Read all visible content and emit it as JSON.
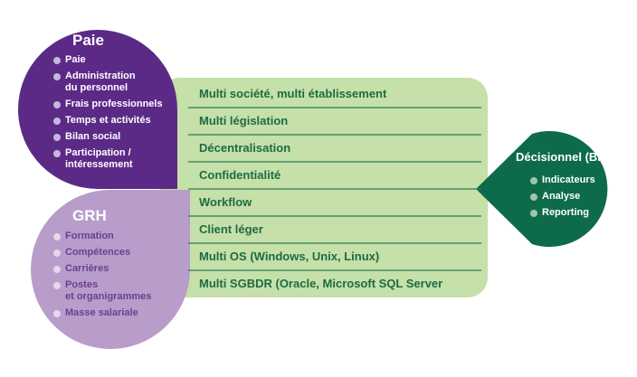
{
  "paie": {
    "title": "Paie",
    "items": [
      {
        "lines": [
          "Paie"
        ]
      },
      {
        "lines": [
          "Administration",
          "du personnel"
        ]
      },
      {
        "lines": [
          "Frais professionnels"
        ]
      },
      {
        "lines": [
          "Temps et activités"
        ]
      },
      {
        "lines": [
          "Bilan social"
        ]
      },
      {
        "lines": [
          "Participation /",
          "intéressement"
        ]
      }
    ]
  },
  "grh": {
    "title": "GRH",
    "items": [
      {
        "lines": [
          "Formation"
        ]
      },
      {
        "lines": [
          "Compétences"
        ]
      },
      {
        "lines": [
          "Carrières"
        ]
      },
      {
        "lines": [
          "Postes",
          "et organigrammes"
        ]
      },
      {
        "lines": [
          "Masse salariale"
        ]
      }
    ]
  },
  "features": [
    "Multi société, multi établissement",
    "Multi législation",
    "Décentralisation",
    "Confidentialité",
    "Workflow",
    "Client léger",
    "Multi OS (Windows, Unix, Linux)",
    "Multi SGBDR (Oracle, Microsoft SQL Server"
  ],
  "bi": {
    "title": "Décisionnel (BI)",
    "items": [
      "Indicateurs",
      "Analyse",
      "Reporting"
    ]
  },
  "colors": {
    "paie_fill": "#5b2a86",
    "grh_fill": "#b89cc9",
    "grh_text": "#6b3f8f",
    "center_fill": "#c5e0a8",
    "center_text": "#1d6b45",
    "divider": "#2f7a52",
    "bi_fill": "#0d6b4b"
  }
}
